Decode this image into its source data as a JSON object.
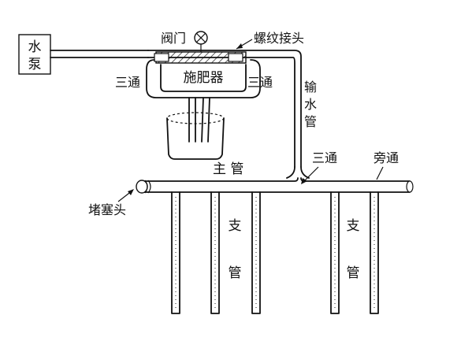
{
  "labels": {
    "pump_line1": "水",
    "pump_line2": "泵",
    "valve": "阀门",
    "threaded_joint": "螺纹接头",
    "tee_left": "三通",
    "tee_right": "三通",
    "fertilizer_tank": "施肥器",
    "delivery_pipe": [
      "输",
      "水",
      "管"
    ],
    "main_pipe": "主  管",
    "tee_main": "三通",
    "bypass": "旁通",
    "end_plug": "堵塞头",
    "branch_left": [
      "支",
      "管"
    ],
    "branch_right": [
      "支",
      "管"
    ]
  }
}
